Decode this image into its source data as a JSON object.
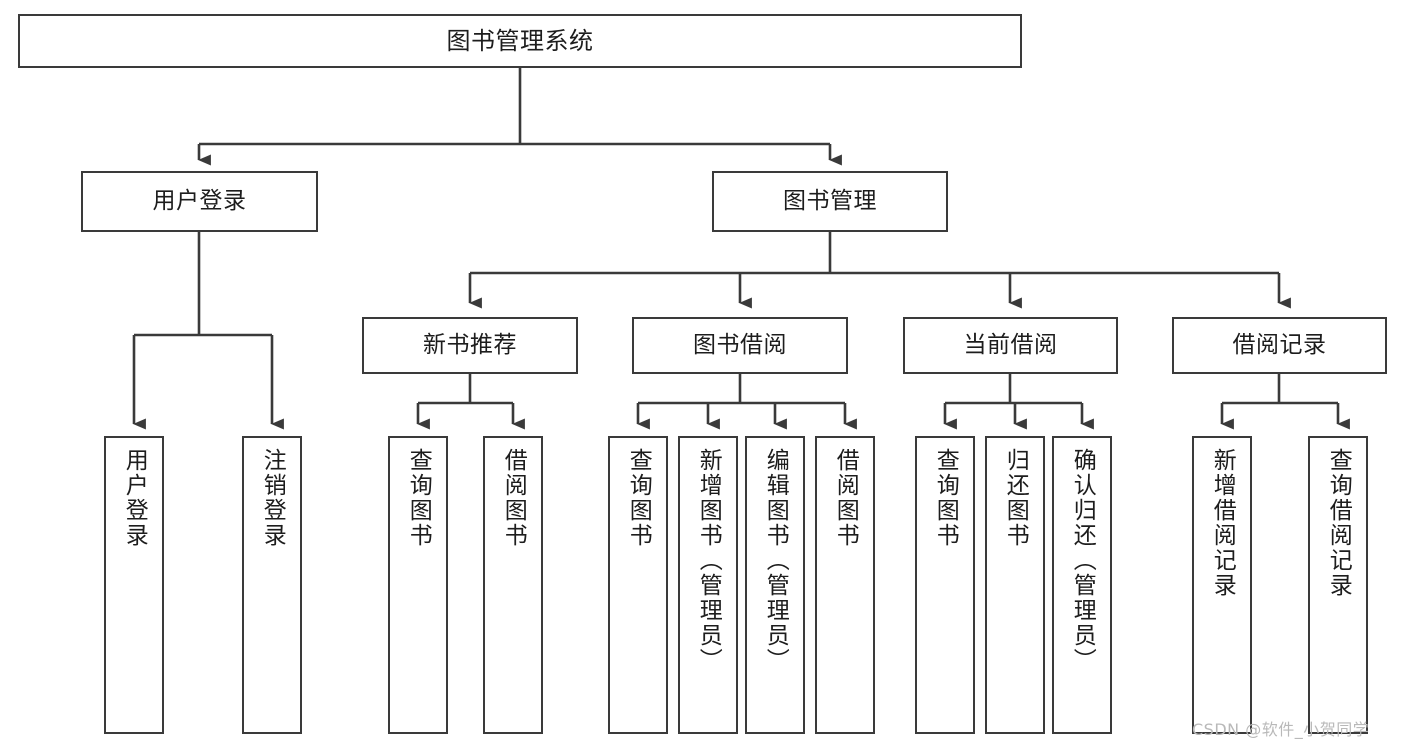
{
  "diagram": {
    "title": "图书管理系统",
    "type": "tree-hierarchy",
    "root": {
      "id": "root",
      "label": "图书管理系统"
    },
    "level2": [
      {
        "id": "user-login",
        "label": "用户登录"
      },
      {
        "id": "book-management",
        "label": "图书管理"
      }
    ],
    "level3": [
      {
        "id": "new-book-recommend",
        "label": "新书推荐",
        "parent": "book-management"
      },
      {
        "id": "book-borrow",
        "label": "图书借阅",
        "parent": "book-management"
      },
      {
        "id": "current-borrow",
        "label": "当前借阅",
        "parent": "book-management"
      },
      {
        "id": "borrow-record",
        "label": "借阅记录",
        "parent": "book-management"
      }
    ],
    "leaves": [
      {
        "id": "leaf-user-login",
        "label": "用户登录",
        "parent": "user-login"
      },
      {
        "id": "leaf-user-logout",
        "label": "注销登录",
        "parent": "user-login"
      },
      {
        "id": "leaf-query-book-1",
        "label": "查询图书",
        "parent": "new-book-recommend"
      },
      {
        "id": "leaf-borrow-book-1",
        "label": "借阅图书",
        "parent": "new-book-recommend"
      },
      {
        "id": "leaf-query-book-2",
        "label": "查询图书",
        "parent": "book-borrow"
      },
      {
        "id": "leaf-add-book",
        "label": "新增图书（管理员）",
        "parent": "book-borrow"
      },
      {
        "id": "leaf-edit-book",
        "label": "编辑图书（管理员）",
        "parent": "book-borrow"
      },
      {
        "id": "leaf-borrow-book-2",
        "label": "借阅图书",
        "parent": "book-borrow"
      },
      {
        "id": "leaf-query-book-3",
        "label": "查询图书",
        "parent": "current-borrow"
      },
      {
        "id": "leaf-return-book",
        "label": "归还图书",
        "parent": "current-borrow"
      },
      {
        "id": "leaf-confirm-return",
        "label": "确认归还（管理员）",
        "parent": "current-borrow"
      },
      {
        "id": "leaf-add-record",
        "label": "新增借阅记录",
        "parent": "borrow-record"
      },
      {
        "id": "leaf-query-record",
        "label": "查询借阅记录",
        "parent": "borrow-record"
      }
    ],
    "colors": {
      "stroke": "#3a3a3a",
      "fill": "#ffffff",
      "text": "#1d1d1d",
      "watermark": "#b9b9b9"
    }
  },
  "watermark": {
    "text": "CSDN @软件_小贺同学"
  }
}
